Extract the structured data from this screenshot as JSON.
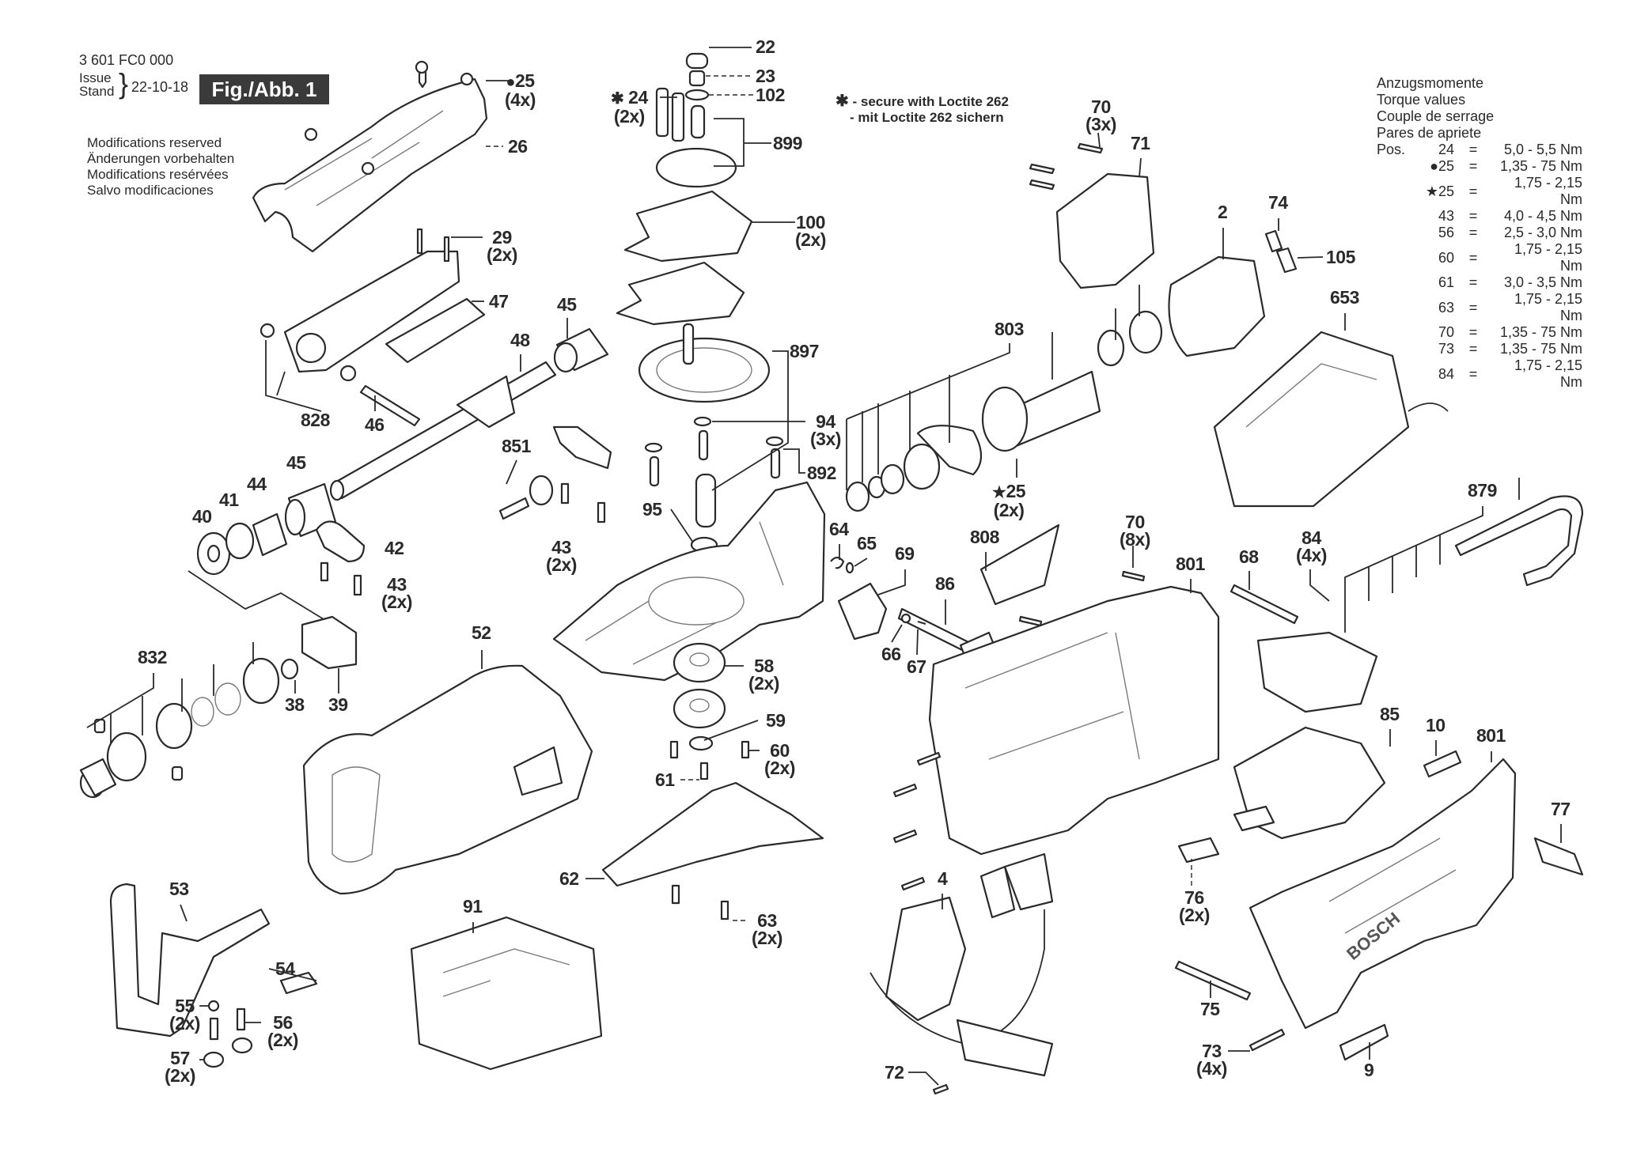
{
  "header": {
    "part_number": "3 601 FC0 000",
    "issue_label_en": "Issue",
    "issue_label_de": "Stand",
    "issue_date": "22-10-18",
    "figure_label": "Fig./Abb. 1",
    "modifications": [
      "Modifications reserved",
      "Änderungen vorbehalten",
      "Modifications resérvées",
      "Salvo modificaciones"
    ]
  },
  "loctite_note": {
    "symbol": "✱",
    "lines": [
      "- secure with Loctite 262",
      "- mit Loctite 262 sichern"
    ]
  },
  "torque_table": {
    "titles": [
      "Anzugsmomente",
      "Torque values",
      "Couple de serrage",
      "Pares de apriete"
    ],
    "prefix": "Pos.",
    "rows": [
      {
        "marker": "",
        "pos": "24",
        "eq": "=",
        "value": "5,0 - 5,5 Nm"
      },
      {
        "marker": "●",
        "pos": "25",
        "eq": "=",
        "value": "1,35 - 75 Nm"
      },
      {
        "marker": "★",
        "pos": "25",
        "eq": "=",
        "value": "1,75 - 2,15 Nm"
      },
      {
        "marker": "",
        "pos": "43",
        "eq": "=",
        "value": "4,0 - 4,5 Nm"
      },
      {
        "marker": "",
        "pos": "56",
        "eq": "=",
        "value": "2,5 - 3,0 Nm"
      },
      {
        "marker": "",
        "pos": "60",
        "eq": "=",
        "value": "1,75 - 2,15 Nm"
      },
      {
        "marker": "",
        "pos": "61",
        "eq": "=",
        "value": "3,0 - 3,5 Nm"
      },
      {
        "marker": "",
        "pos": "63",
        "eq": "=",
        "value": "1,75 - 2,15 Nm"
      },
      {
        "marker": "",
        "pos": "70",
        "eq": "=",
        "value": "1,35 - 75 Nm"
      },
      {
        "marker": "",
        "pos": "73",
        "eq": "=",
        "value": "1,35 - 75 Nm"
      },
      {
        "marker": "",
        "pos": "84",
        "eq": "=",
        "value": "1,75 - 2,15 Nm"
      }
    ]
  },
  "callouts": [
    {
      "id": "22",
      "num": "22",
      "qty": "",
      "mark": ""
    },
    {
      "id": "23",
      "num": "23",
      "qty": "",
      "mark": ""
    },
    {
      "id": "102",
      "num": "102",
      "qty": "",
      "mark": ""
    },
    {
      "id": "24",
      "num": "24",
      "qty": "(2x)",
      "mark": "✱"
    },
    {
      "id": "899",
      "num": "899",
      "qty": "",
      "mark": ""
    },
    {
      "id": "100",
      "num": "100",
      "qty": "(2x)",
      "mark": ""
    },
    {
      "id": "897",
      "num": "897",
      "qty": "",
      "mark": ""
    },
    {
      "id": "94",
      "num": "94",
      "qty": "(3x)",
      "mark": ""
    },
    {
      "id": "892",
      "num": "892",
      "qty": "",
      "mark": ""
    },
    {
      "id": "95",
      "num": "95",
      "qty": "",
      "mark": ""
    },
    {
      "id": "43a",
      "num": "43",
      "qty": "(2x)",
      "mark": ""
    },
    {
      "id": "25a",
      "num": "25",
      "qty": "(4x)",
      "mark": "●"
    },
    {
      "id": "26",
      "num": "26",
      "qty": "",
      "mark": ""
    },
    {
      "id": "29",
      "num": "29",
      "qty": "(2x)",
      "mark": ""
    },
    {
      "id": "47",
      "num": "47",
      "qty": "",
      "mark": ""
    },
    {
      "id": "45a",
      "num": "45",
      "qty": "",
      "mark": ""
    },
    {
      "id": "48",
      "num": "48",
      "qty": "",
      "mark": ""
    },
    {
      "id": "828",
      "num": "828",
      "qty": "",
      "mark": ""
    },
    {
      "id": "46",
      "num": "46",
      "qty": "",
      "mark": ""
    },
    {
      "id": "851",
      "num": "851",
      "qty": "",
      "mark": ""
    },
    {
      "id": "45b",
      "num": "45",
      "qty": "",
      "mark": ""
    },
    {
      "id": "44",
      "num": "44",
      "qty": "",
      "mark": ""
    },
    {
      "id": "41",
      "num": "41",
      "qty": "",
      "mark": ""
    },
    {
      "id": "40",
      "num": "40",
      "qty": "",
      "mark": ""
    },
    {
      "id": "42",
      "num": "42",
      "qty": "",
      "mark": ""
    },
    {
      "id": "43b",
      "num": "43",
      "qty": "(2x)",
      "mark": ""
    },
    {
      "id": "832",
      "num": "832",
      "qty": "",
      "mark": ""
    },
    {
      "id": "38",
      "num": "38",
      "qty": "",
      "mark": ""
    },
    {
      "id": "39",
      "num": "39",
      "qty": "",
      "mark": ""
    },
    {
      "id": "52",
      "num": "52",
      "qty": "",
      "mark": ""
    },
    {
      "id": "53",
      "num": "53",
      "qty": "",
      "mark": ""
    },
    {
      "id": "54",
      "num": "54",
      "qty": "",
      "mark": ""
    },
    {
      "id": "55",
      "num": "55",
      "qty": "(2x)",
      "mark": ""
    },
    {
      "id": "56",
      "num": "56",
      "qty": "(2x)",
      "mark": ""
    },
    {
      "id": "57",
      "num": "57",
      "qty": "(2x)",
      "mark": ""
    },
    {
      "id": "91",
      "num": "91",
      "qty": "",
      "mark": ""
    },
    {
      "id": "58",
      "num": "58",
      "qty": "(2x)",
      "mark": ""
    },
    {
      "id": "59",
      "num": "59",
      "qty": "",
      "mark": ""
    },
    {
      "id": "60",
      "num": "60",
      "qty": "(2x)",
      "mark": ""
    },
    {
      "id": "61",
      "num": "61",
      "qty": "",
      "mark": ""
    },
    {
      "id": "62",
      "num": "62",
      "qty": "",
      "mark": ""
    },
    {
      "id": "63",
      "num": "63",
      "qty": "(2x)",
      "mark": ""
    },
    {
      "id": "64",
      "num": "64",
      "qty": "",
      "mark": ""
    },
    {
      "id": "65",
      "num": "65",
      "qty": "",
      "mark": ""
    },
    {
      "id": "69",
      "num": "69",
      "qty": "",
      "mark": ""
    },
    {
      "id": "86",
      "num": "86",
      "qty": "",
      "mark": ""
    },
    {
      "id": "66",
      "num": "66",
      "qty": "",
      "mark": ""
    },
    {
      "id": "67",
      "num": "67",
      "qty": "",
      "mark": ""
    },
    {
      "id": "808",
      "num": "808",
      "qty": "",
      "mark": ""
    },
    {
      "id": "70a",
      "num": "70",
      "qty": "(3x)",
      "mark": ""
    },
    {
      "id": "71",
      "num": "71",
      "qty": "",
      "mark": ""
    },
    {
      "id": "2",
      "num": "2",
      "qty": "",
      "mark": ""
    },
    {
      "id": "74",
      "num": "74",
      "qty": "",
      "mark": ""
    },
    {
      "id": "105",
      "num": "105",
      "qty": "",
      "mark": ""
    },
    {
      "id": "653",
      "num": "653",
      "qty": "",
      "mark": ""
    },
    {
      "id": "803",
      "num": "803",
      "qty": "",
      "mark": ""
    },
    {
      "id": "25b",
      "num": "25",
      "qty": "(2x)",
      "mark": "★"
    },
    {
      "id": "70b",
      "num": "70",
      "qty": "(8x)",
      "mark": ""
    },
    {
      "id": "801a",
      "num": "801",
      "qty": "",
      "mark": ""
    },
    {
      "id": "68",
      "num": "68",
      "qty": "",
      "mark": ""
    },
    {
      "id": "84",
      "num": "84",
      "qty": "(4x)",
      "mark": ""
    },
    {
      "id": "879",
      "num": "879",
      "qty": "",
      "mark": ""
    },
    {
      "id": "85",
      "num": "85",
      "qty": "",
      "mark": ""
    },
    {
      "id": "10",
      "num": "10",
      "qty": "",
      "mark": ""
    },
    {
      "id": "801b",
      "num": "801",
      "qty": "",
      "mark": ""
    },
    {
      "id": "77",
      "num": "77",
      "qty": "",
      "mark": ""
    },
    {
      "id": "4",
      "num": "4",
      "qty": "",
      "mark": ""
    },
    {
      "id": "72",
      "num": "72",
      "qty": "",
      "mark": ""
    },
    {
      "id": "76",
      "num": "76",
      "qty": "(2x)",
      "mark": ""
    },
    {
      "id": "75",
      "num": "75",
      "qty": "",
      "mark": ""
    },
    {
      "id": "73",
      "num": "73",
      "qty": "(4x)",
      "mark": ""
    },
    {
      "id": "9",
      "num": "9",
      "qty": "",
      "mark": ""
    }
  ],
  "brand_text": "BOSCH"
}
